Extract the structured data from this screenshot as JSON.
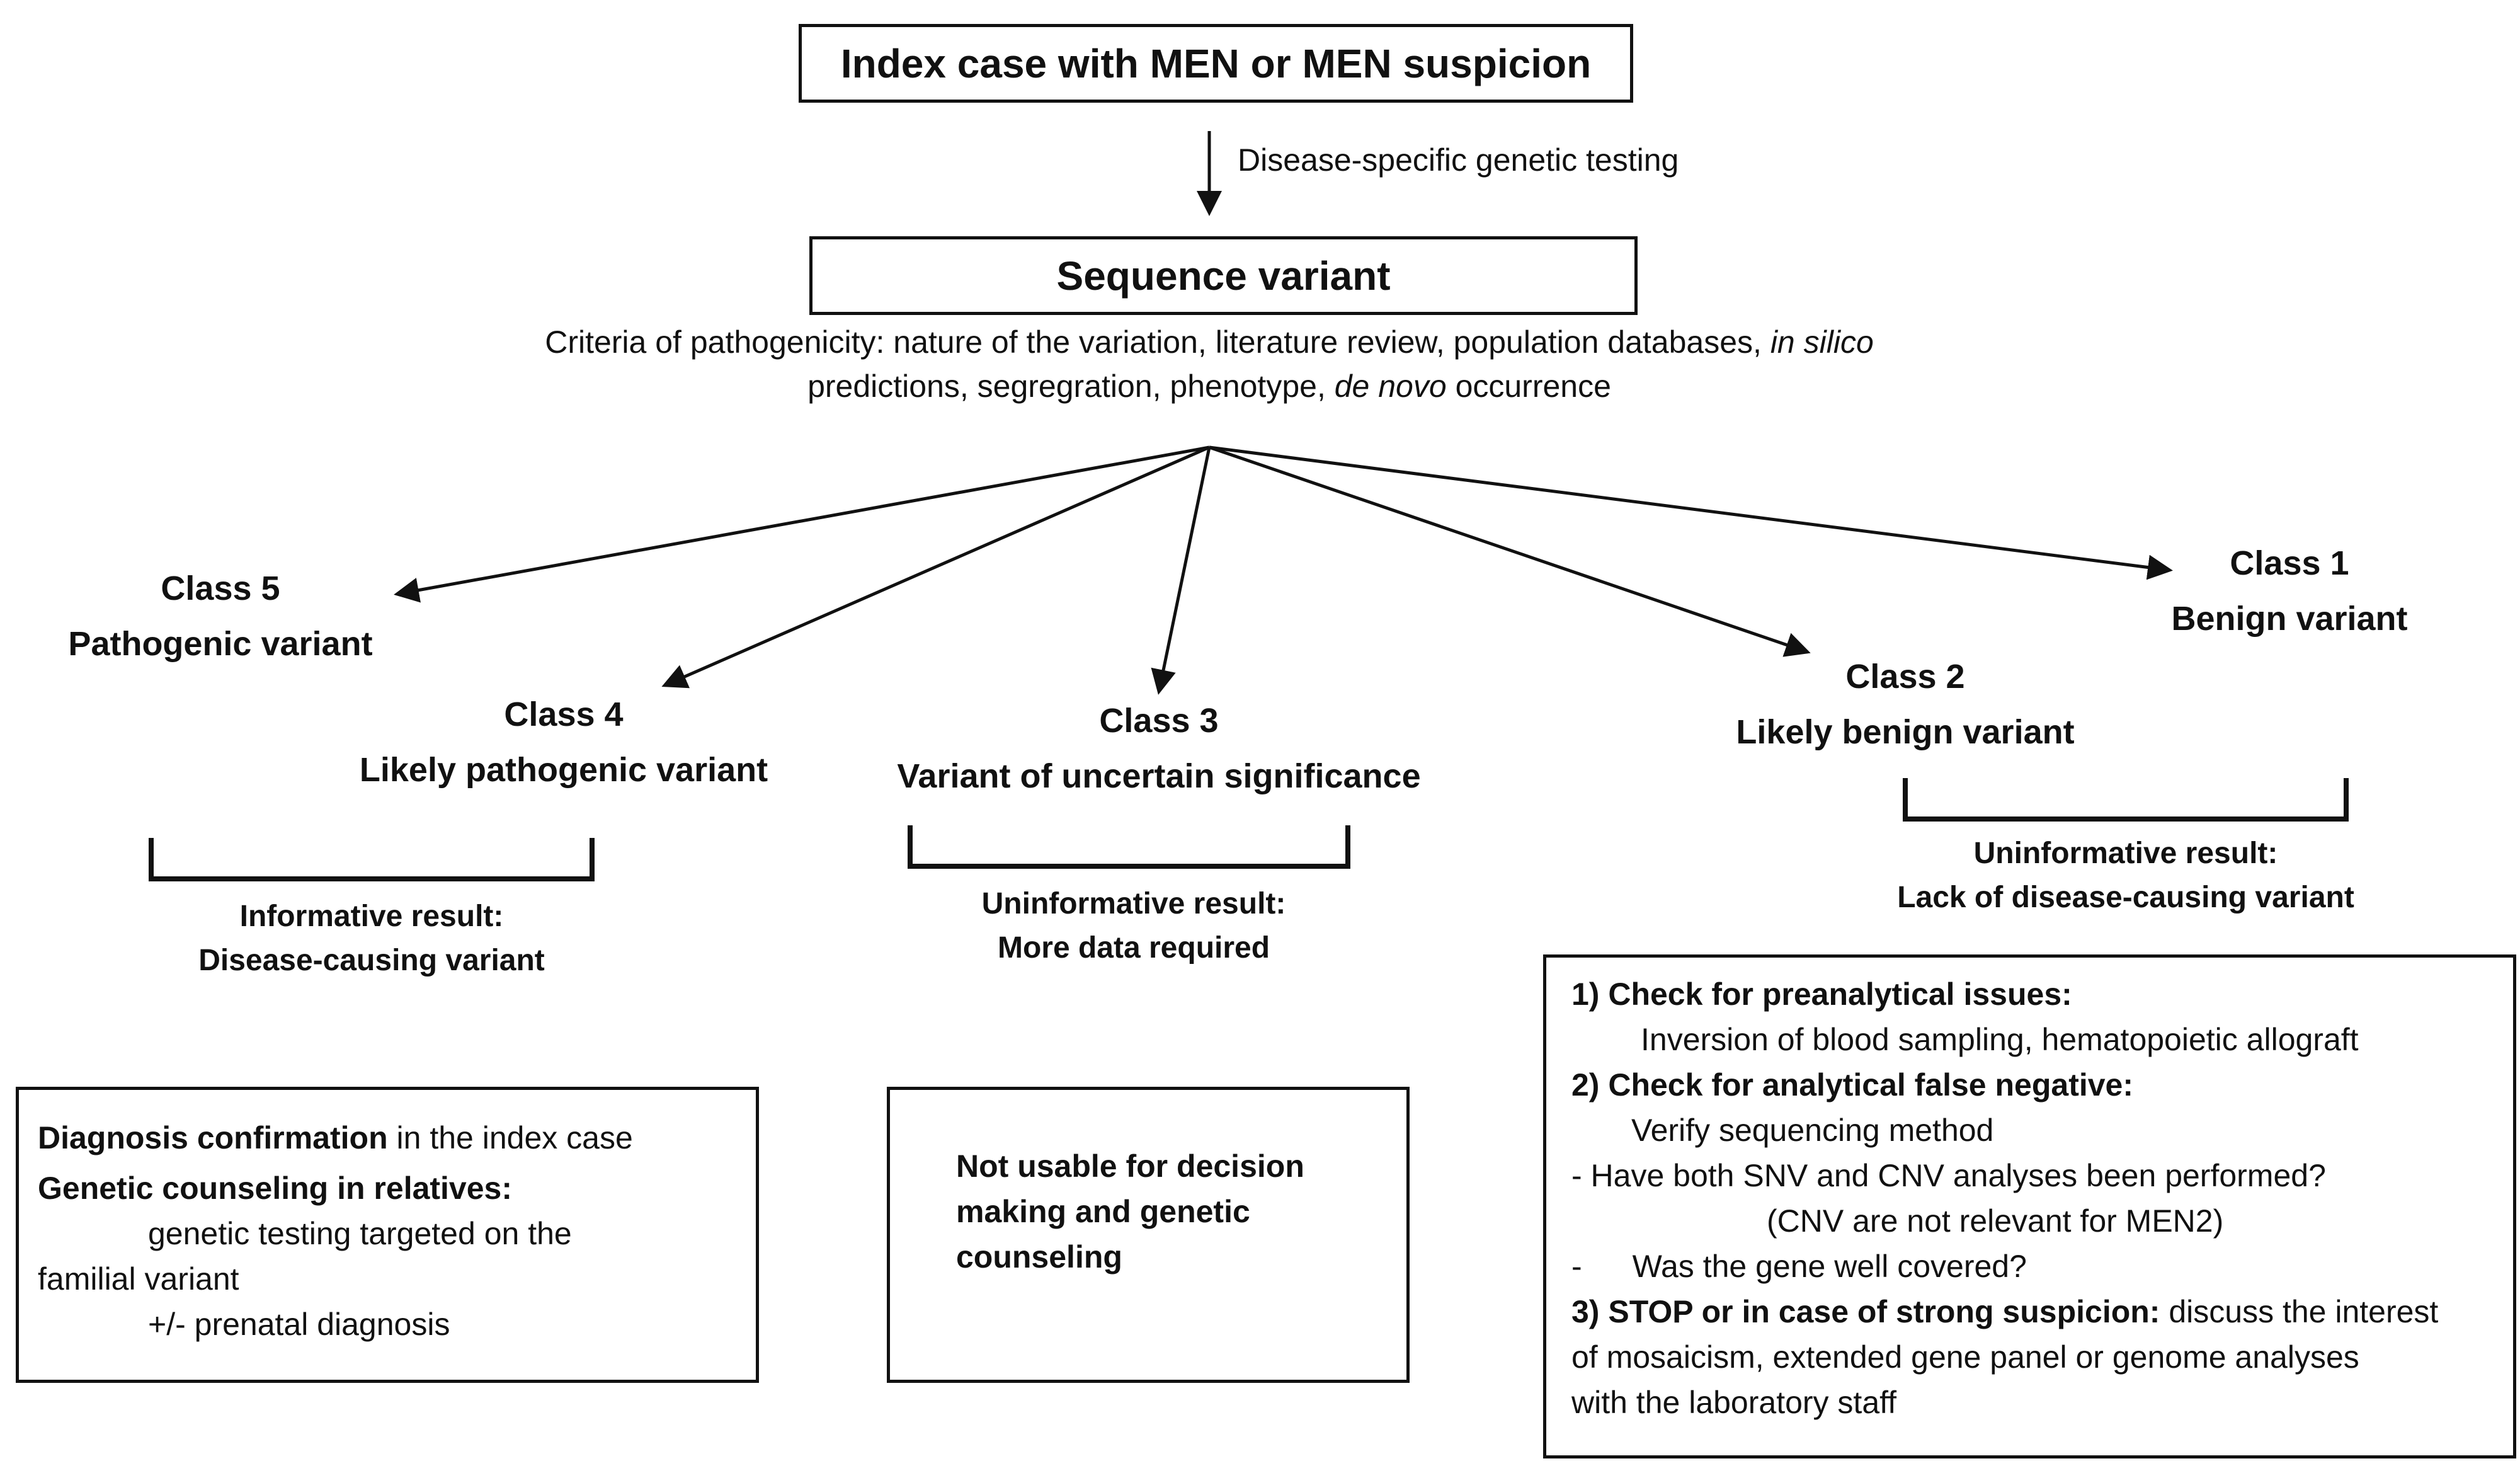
{
  "index_box": {
    "title": "Index case with MEN or MEN suspicion"
  },
  "testing_label": "Disease-specific genetic testing",
  "variant_box": {
    "title": "Sequence variant"
  },
  "criteria": {
    "line1_start": "Criteria of pathogenicity: nature of the variation, literature review, population databases, ",
    "line1_italic": "in silico",
    "line2_start": "predictions, segregration, phenotype, ",
    "line2_italic": "de novo",
    "line2_end": " occurrence"
  },
  "classes": {
    "class5": {
      "name": "Class 5",
      "desc": "Pathogenic variant"
    },
    "class4": {
      "name": "Class 4",
      "desc": "Likely pathogenic variant"
    },
    "class3": {
      "name": "Class 3",
      "desc": "Variant of uncertain significance"
    },
    "class2": {
      "name": "Class 2",
      "desc": "Likely benign variant"
    },
    "class1": {
      "name": "Class 1",
      "desc": "Benign variant"
    }
  },
  "results": {
    "informative": {
      "line1": "Informative result:",
      "line2": "Disease-causing variant"
    },
    "uncertain": {
      "line1": "Uninformative result:",
      "line2": "More data required"
    },
    "benign": {
      "line1": "Uninformative result:",
      "line2": "Lack of disease-causing variant"
    }
  },
  "box_informative": {
    "l1_bold": "Diagnosis confirmation",
    "l1_rest": " in the index case",
    "l2_bold": "Genetic counseling in relatives:",
    "l3": "genetic testing targeted on the",
    "l4": "familial variant",
    "l5": "+/- prenatal diagnosis"
  },
  "box_uncertain": {
    "l1": "Not usable for decision",
    "l2": "making and genetic",
    "l3": "counseling"
  },
  "box_benign": {
    "s1_title": "1) Check for preanalytical issues:",
    "s1_text": "Inversion of blood sampling, hematopoietic allograft",
    "s2_title": "2) Check for analytical false negative:",
    "s2_text": "Verify sequencing method",
    "s2_item1": "- Have both SNV and CNV analyses been performed?",
    "s2_item1_note": "(CNV are not relevant for MEN2)",
    "s2_item2_dash": "-",
    "s2_item2": "Was the gene well covered?",
    "s3_title": "3) STOP or in case of strong suspicion:",
    "s3_text1": " discuss the interest",
    "s3_text2": "of mosaicism, extended gene panel or genome analyses",
    "s3_text3": "with the laboratory staff"
  }
}
